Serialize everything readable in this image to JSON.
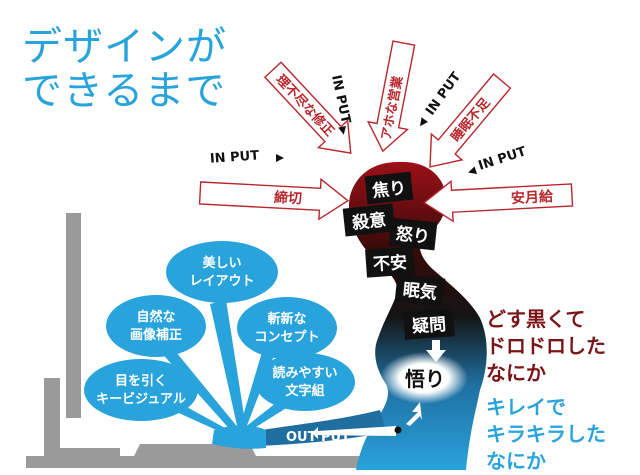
{
  "title": {
    "line1": "デザインが",
    "line2": "できるまで"
  },
  "pressures": [
    {
      "label": "理不尽な修正"
    },
    {
      "label": "アホな営業"
    },
    {
      "label": "睡眠不足"
    },
    {
      "label": "締切"
    },
    {
      "label": "安月給"
    }
  ],
  "inputs": [
    "IN PUT",
    "IN PUT",
    "IN PUT",
    "IN PUT"
  ],
  "emotions": [
    "焦り",
    "殺意",
    "怒り",
    "不安",
    "眠気",
    "疑問"
  ],
  "enlightenment": "悟り",
  "output_label": "OUT PUT",
  "bubbles": [
    {
      "line1": "美しい",
      "line2": "レイアウト"
    },
    {
      "line1": "自然な",
      "line2": "画像補正"
    },
    {
      "line1": "斬新な",
      "line2": "コンセプト"
    },
    {
      "line1": "目を引く",
      "line2": "キービジュアル"
    },
    {
      "line1": "読みやすい",
      "line2": "文字組"
    }
  ],
  "dark_side": {
    "line1": "どす黒くて",
    "line2": "ドロドロした",
    "line3": "なにか"
  },
  "clean_side": {
    "line1": "キレイで",
    "line2": "キラキラした",
    "line3": "なにか"
  },
  "colors": {
    "accent_blue": "#29a3dc",
    "dark_red": "#7a1418",
    "arrow_red": "#b8272c",
    "head_red": "#9c1017",
    "monitor_gray": "#9a9a9a"
  }
}
